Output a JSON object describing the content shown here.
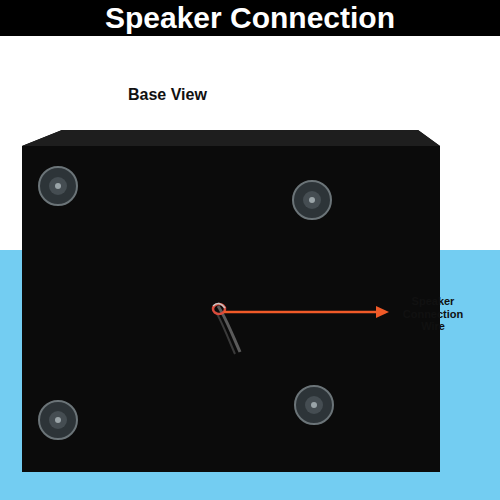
{
  "diagram": {
    "title": "Speaker Connection",
    "labels": [
      "Base View",
      "Speaker Connection Wire"
    ]
  }
}
